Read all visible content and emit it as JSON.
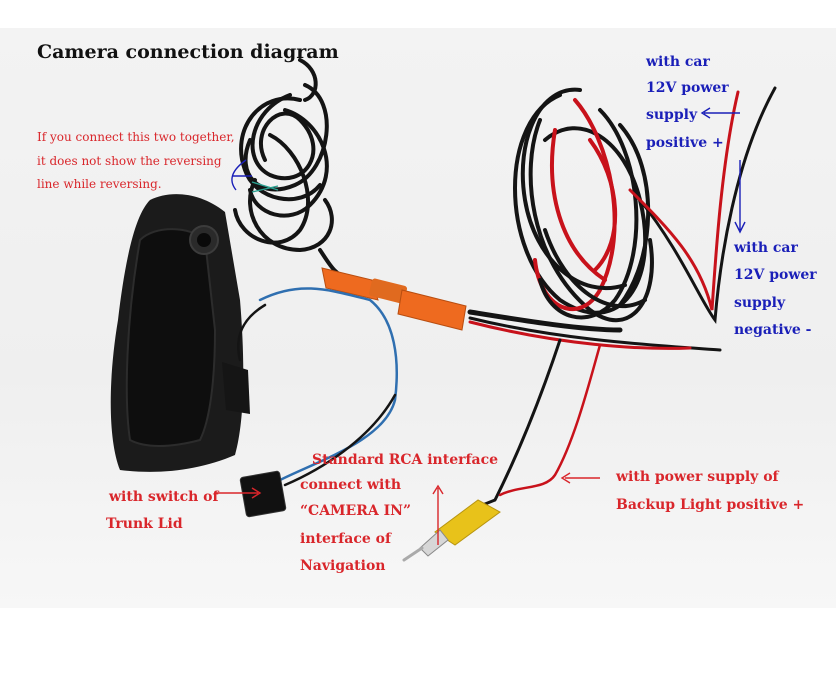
{
  "title": "Camera connection diagram",
  "annotations": {
    "shorting_note": [
      "If you connect this two together,",
      "it does not show the reversing",
      "line while reversing."
    ],
    "positive": [
      "with car",
      "12V power",
      "supply",
      "positive +"
    ],
    "negative": [
      "with car",
      "12V power",
      "supply",
      "negative -"
    ],
    "rca": [
      "Standard RCA interface",
      "connect with",
      "“CAMERA IN”",
      "interface of",
      "Navigation"
    ],
    "backup": [
      "with power supply of",
      "Backup Light positive +"
    ],
    "trunk": [
      "with switch of",
      "Trunk Lid"
    ]
  },
  "colors": {
    "red_text": "#d9262b",
    "blue_text": "#1a1fb8",
    "cable_black": "#141414",
    "cable_red": "#c8121b",
    "connector_orange": "#ee6a1f",
    "rca_yellow": "#e8c21a",
    "wire_blue": "#2f6fb0"
  }
}
